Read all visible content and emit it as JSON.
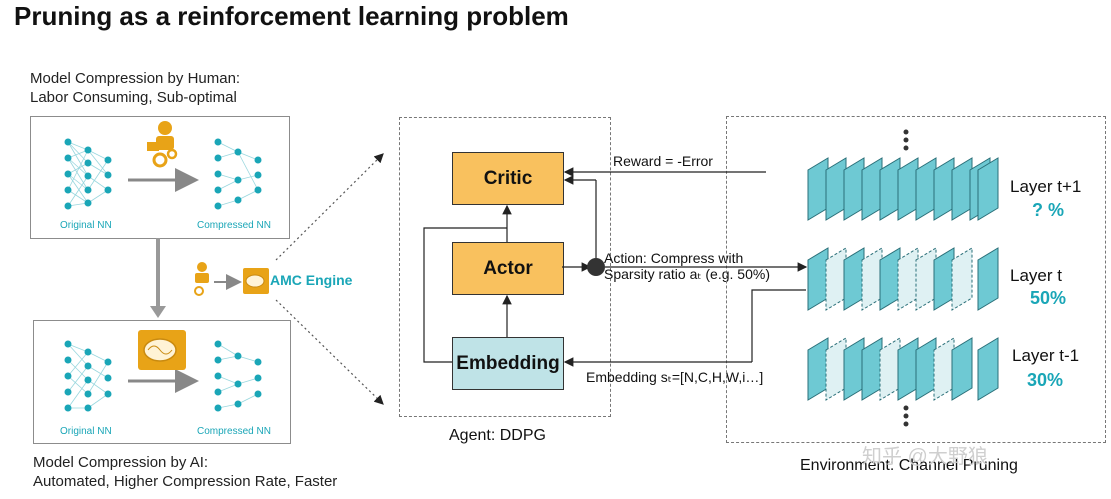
{
  "title": "Pruning as a reinforcement learning problem",
  "human": {
    "caption_line1": "Model Compression by Human:",
    "caption_line2": "Labor Consuming, Sub-optimal",
    "original_label": "Original NN",
    "compressed_label": "Compressed NN"
  },
  "ai": {
    "caption_line1": "Model Compression by AI:",
    "caption_line2": "Automated, Higher Compression Rate, Faster",
    "original_label": "Original NN",
    "compressed_label": "Compressed NN"
  },
  "amc_engine_label": "AMC Engine",
  "agent": {
    "label": "Agent: DDPG",
    "critic": "Critic",
    "actor": "Actor",
    "embedding": "Embedding"
  },
  "signals": {
    "reward": "Reward = -Error",
    "action_line1": "Action: Compress with",
    "action_line2": "Sparsity ratio aₜ (e.g. 50%)",
    "embedding_state": "Embedding sₜ=[N,C,H,W,i…]"
  },
  "environment": {
    "label": "Environment: Channel Pruning",
    "layers": [
      {
        "name": "Layer t+1",
        "ratio": "? %"
      },
      {
        "name": "Layer t",
        "ratio": "50%"
      },
      {
        "name": "Layer t-1",
        "ratio": "30%"
      }
    ]
  },
  "watermark": "知乎 @大野狼",
  "colors": {
    "teal": "#1aa6b7",
    "channel_fill": "#6ec9d3",
    "pruned_fill": "#dff1f3",
    "block_orange": "#f9c15e",
    "block_embedding": "#bfe3e7",
    "icon_gold": "#e8a317"
  }
}
